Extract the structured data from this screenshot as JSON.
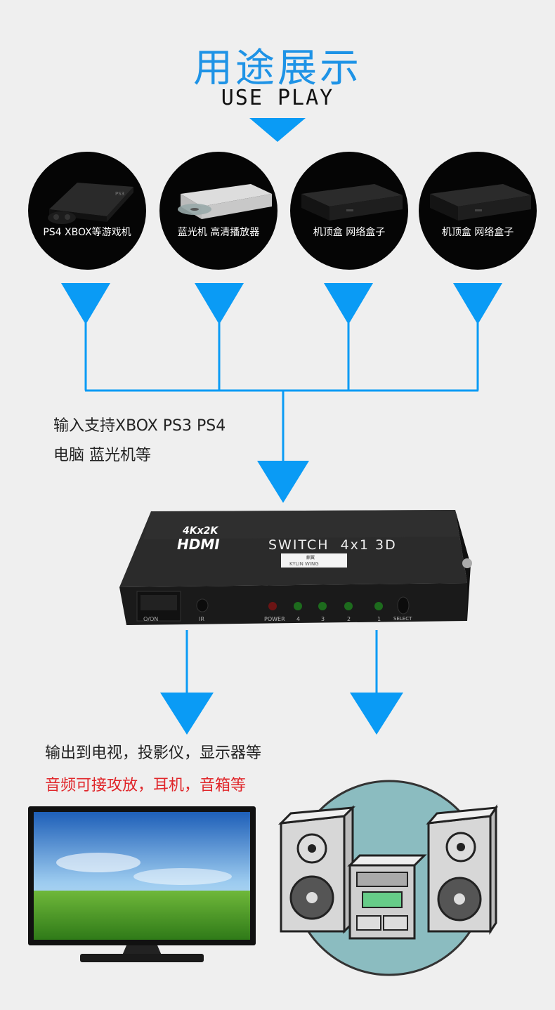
{
  "header": {
    "title_cn": "用途展示",
    "title_en": "USE PLAY"
  },
  "sources": [
    {
      "label": "PS4 XBOX等游戏机",
      "icon": "game-console-icon"
    },
    {
      "label": "蓝光机 高清播放器",
      "icon": "bluray-player-icon"
    },
    {
      "label": "机顶盒 网络盒子",
      "icon": "set-top-box-icon"
    },
    {
      "label": "机顶盒 网络盒子",
      "icon": "set-top-box-icon"
    }
  ],
  "input_note": {
    "line1": "输入支持XBOX PS3 PS4",
    "line2": "电脑 蓝光机等"
  },
  "device": {
    "resolution": "4Kx2K",
    "brand": "HDMI",
    "model": "SWITCH  4x1 3D",
    "maker_label": "KYLIN WING",
    "maker_cn": "麒翼",
    "labels": {
      "switch": "O/ON",
      "ir": "IR",
      "power": "POWER",
      "p4": "4",
      "p3": "3",
      "p2": "2",
      "p1": "1",
      "select": "SELECT"
    }
  },
  "output_note": {
    "line1": "输出到电视，投影仪，显示器等",
    "line2": "音频可接攻放，耳机，音箱等"
  },
  "colors": {
    "accent": "#1e93e6",
    "arrow": "#0a9bf5",
    "warning_text": "#e0262a"
  }
}
